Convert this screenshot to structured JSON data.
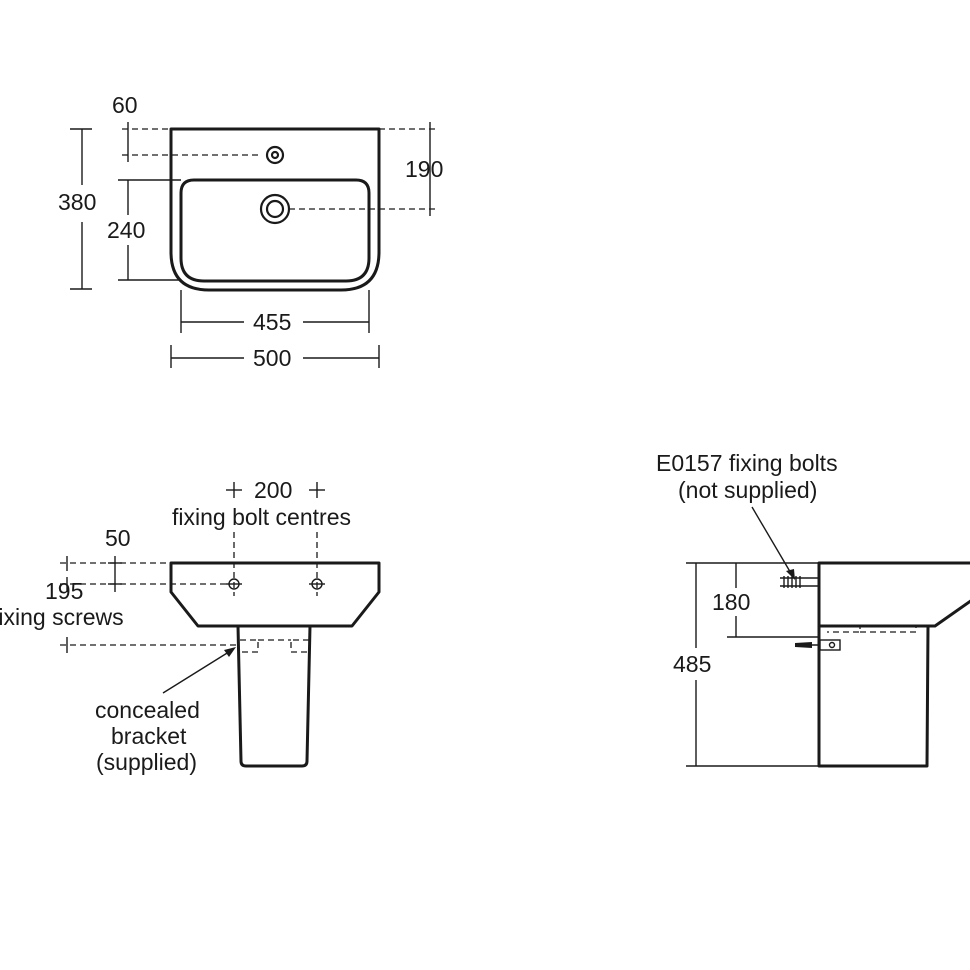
{
  "top_view": {
    "dim_tap_offset": "60",
    "dim_depth_total": "380",
    "dim_bowl_depth": "240",
    "dim_waste_offset": "190",
    "dim_bowl_width": "455",
    "dim_width_total": "500"
  },
  "front_view": {
    "dim_bolt_centres": "200",
    "label_bolt_centres": "fixing bolt centres",
    "dim_bolt_height": "50",
    "dim_screw_height": "195",
    "label_screws": "fixing screws",
    "label_bracket": [
      "concealed",
      "bracket",
      "(supplied)"
    ]
  },
  "side_view": {
    "label_bolts": [
      "E0157 fixing bolts",
      "(not supplied)"
    ],
    "dim_basin_height": "180",
    "dim_total_height": "485"
  },
  "colors": {
    "line": "#1a1a1a",
    "background": "#ffffff"
  }
}
